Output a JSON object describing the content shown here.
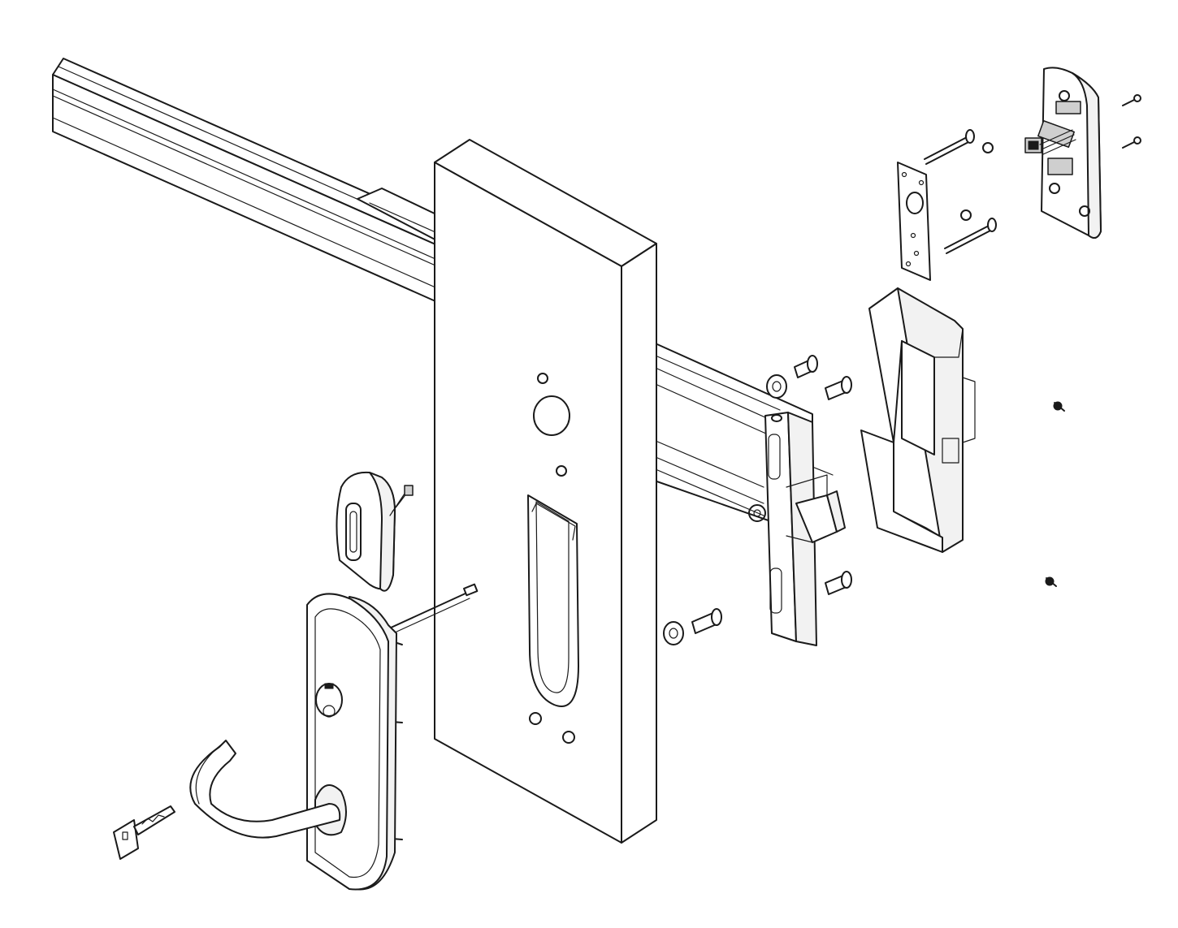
{
  "diagram": {
    "colors": {
      "background": "#ffffff",
      "outline": "#1a1a1a",
      "part_fill": "#ffffff",
      "shade_fill": "#f2f2f2",
      "dark_fill": "#cfcfcf"
    },
    "parts": [
      "exit-device-rail",
      "door-panel",
      "outside-trim-with-lever",
      "key",
      "card-reader",
      "reader-cable",
      "chassis-latch",
      "end-cap-cover",
      "rear-mounting-plate",
      "reader-electronics-housing",
      "through-bolts",
      "mounting-screws",
      "washers"
    ]
  }
}
